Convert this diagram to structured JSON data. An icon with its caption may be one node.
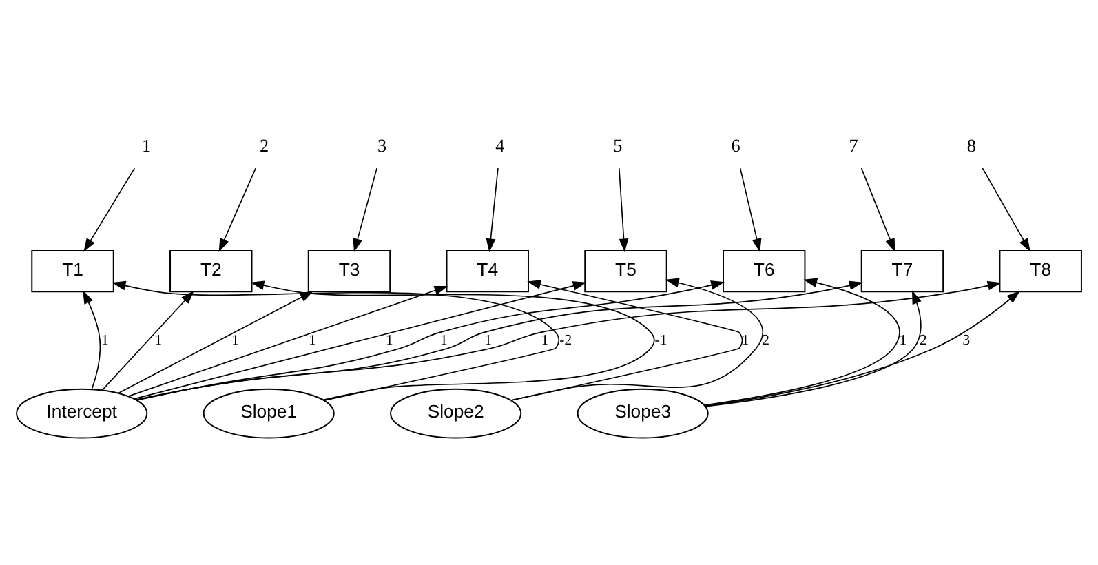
{
  "diagram": {
    "nodes": [
      {
        "text": [
          "1"
        ]
      },
      {
        "text": [
          "2"
        ]
      },
      {
        "text": [
          "3"
        ]
      },
      {
        "text": [
          "4"
        ]
      },
      {
        "text": [
          "5"
        ]
      },
      {
        "text": [
          "6"
        ]
      },
      {
        "text": [
          "7"
        ]
      },
      {
        "text": [
          "8"
        ]
      },
      {
        "text": [
          "T1"
        ]
      },
      {
        "text": [
          "T2"
        ]
      },
      {
        "text": [
          "T3"
        ]
      },
      {
        "text": [
          "T4"
        ]
      },
      {
        "text": [
          "T5"
        ]
      },
      {
        "text": [
          "T6"
        ]
      },
      {
        "text": [
          "T7"
        ]
      },
      {
        "text": [
          "T8"
        ]
      },
      {
        "text": [
          "Intercept"
        ]
      },
      {
        "text": [
          "Slope1"
        ]
      },
      {
        "text": [
          "Slope2"
        ]
      },
      {
        "text": [
          "Slope3"
        ]
      }
    ],
    "edges": [
      {
        "from": 0,
        "to": 8,
        "arrow": "to"
      },
      {
        "from": 1,
        "to": 9,
        "arrow": "to"
      },
      {
        "from": 2,
        "to": 10,
        "arrow": "to"
      },
      {
        "from": 3,
        "to": 11,
        "arrow": "to"
      },
      {
        "from": 4,
        "to": 12,
        "arrow": "to"
      },
      {
        "from": 5,
        "to": 13,
        "arrow": "to"
      },
      {
        "from": 6,
        "to": 14,
        "arrow": "to"
      },
      {
        "from": 7,
        "to": 15,
        "arrow": "to"
      },
      {
        "from": 16,
        "to": 8,
        "arrow": "to",
        "label": "1"
      },
      {
        "from": 16,
        "to": 9,
        "arrow": "to",
        "label": "1"
      },
      {
        "from": 16,
        "to": 10,
        "arrow": "to",
        "label": "1"
      },
      {
        "from": 16,
        "to": 11,
        "arrow": "to",
        "label": "1"
      },
      {
        "from": 16,
        "to": 12,
        "arrow": "to",
        "label": "1"
      },
      {
        "from": 16,
        "to": 13,
        "arrow": "to",
        "label": "1"
      },
      {
        "from": 16,
        "to": 14,
        "arrow": "to",
        "label": "1"
      },
      {
        "from": 16,
        "to": 15,
        "arrow": "to",
        "label": "1"
      },
      {
        "from": 17,
        "to": 8,
        "arrow": "to",
        "label": "-2"
      },
      {
        "from": 17,
        "to": 9,
        "arrow": "to",
        "label": "-1"
      },
      {
        "from": 18,
        "to": 11,
        "arrow": "to",
        "label": "1"
      },
      {
        "from": 18,
        "to": 12,
        "arrow": "to",
        "label": "2"
      },
      {
        "from": 19,
        "to": 13,
        "arrow": "to",
        "label": "1"
      },
      {
        "from": 19,
        "to": 14,
        "arrow": "to",
        "label": "2"
      },
      {
        "from": 19,
        "to": 15,
        "arrow": "to",
        "label": "3"
      }
    ]
  }
}
